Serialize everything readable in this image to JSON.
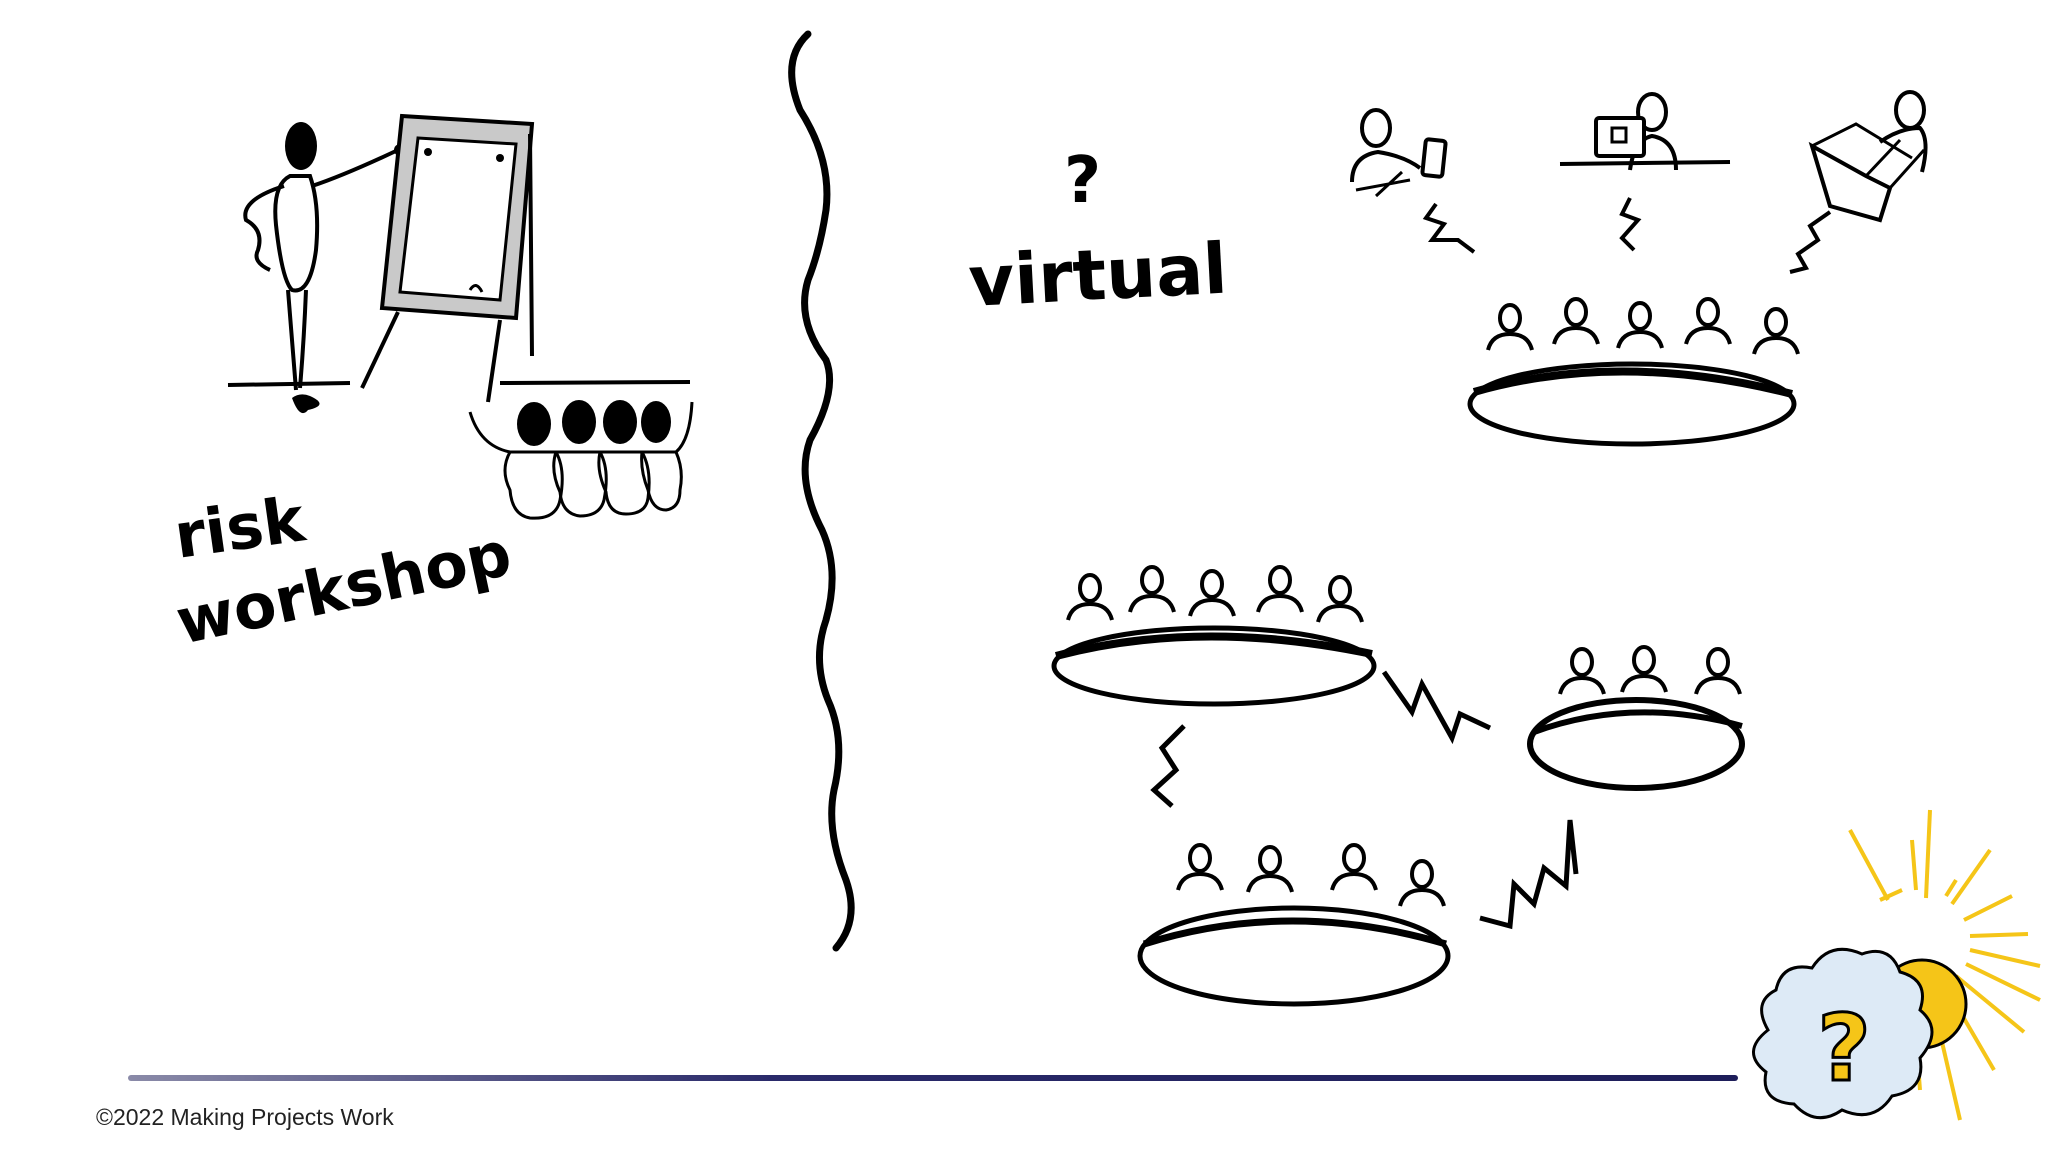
{
  "labels": {
    "risk": "risk",
    "workshop": "workshop",
    "question": "?",
    "virtual": "virtual"
  },
  "logo": {
    "question": "?",
    "sun_color": "#F5C518",
    "cloud_color": "#DDEAF6"
  },
  "footer": {
    "copyright": "©2022 Making Projects Work"
  },
  "icons": {
    "left": "presenter-at-flipchart-icon",
    "divider": "wavy-divider-line",
    "virtual_meeting": "remote-participants-and-meeting-table-icon",
    "hybrid": "linked-meeting-tables-icon",
    "logo": "sun-cloud-question-logo-icon"
  }
}
